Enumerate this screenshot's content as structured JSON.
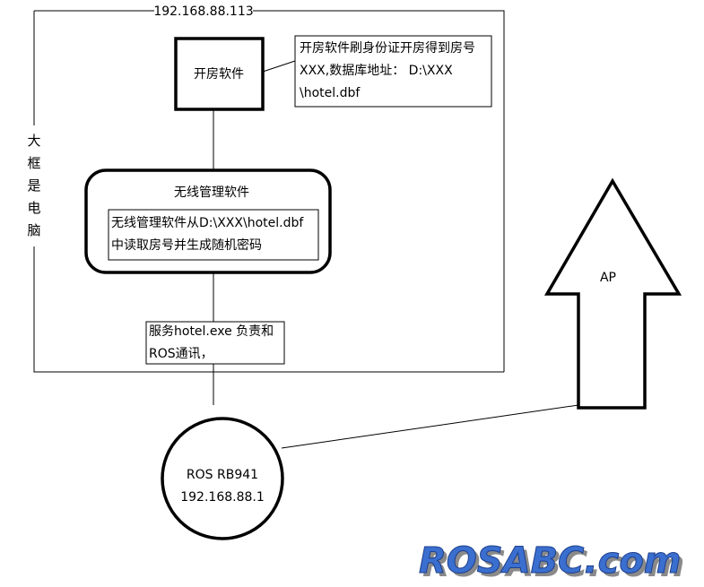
{
  "computer_frame": {
    "ip_label": "192.168.88.113",
    "side_label_chars": [
      "大",
      "框",
      "是",
      "电",
      "脑"
    ]
  },
  "hotel_software": {
    "label": "开房软件",
    "note_lines": [
      "开房软件刷身份证开房得到房号",
      "XXX,数据库地址： D:\\XXX",
      "\\hotel.dbf"
    ]
  },
  "wireless_mgmt": {
    "label": "无线管理软件",
    "note_lines": [
      "无线管理软件从D:\\XXX\\hotel.dbf",
      "中读取房号并生成随机密码"
    ]
  },
  "service_note": {
    "lines": [
      "服务hotel.exe 负责和",
      "ROS通讯，"
    ]
  },
  "router": {
    "name": "ROS RB941",
    "ip": "192.168.88.1"
  },
  "ap": {
    "label": "AP"
  },
  "watermark": {
    "text": "ROSABC.com",
    "color_main": "#3a6fd0",
    "color_shadow": "#8a8a8a"
  }
}
